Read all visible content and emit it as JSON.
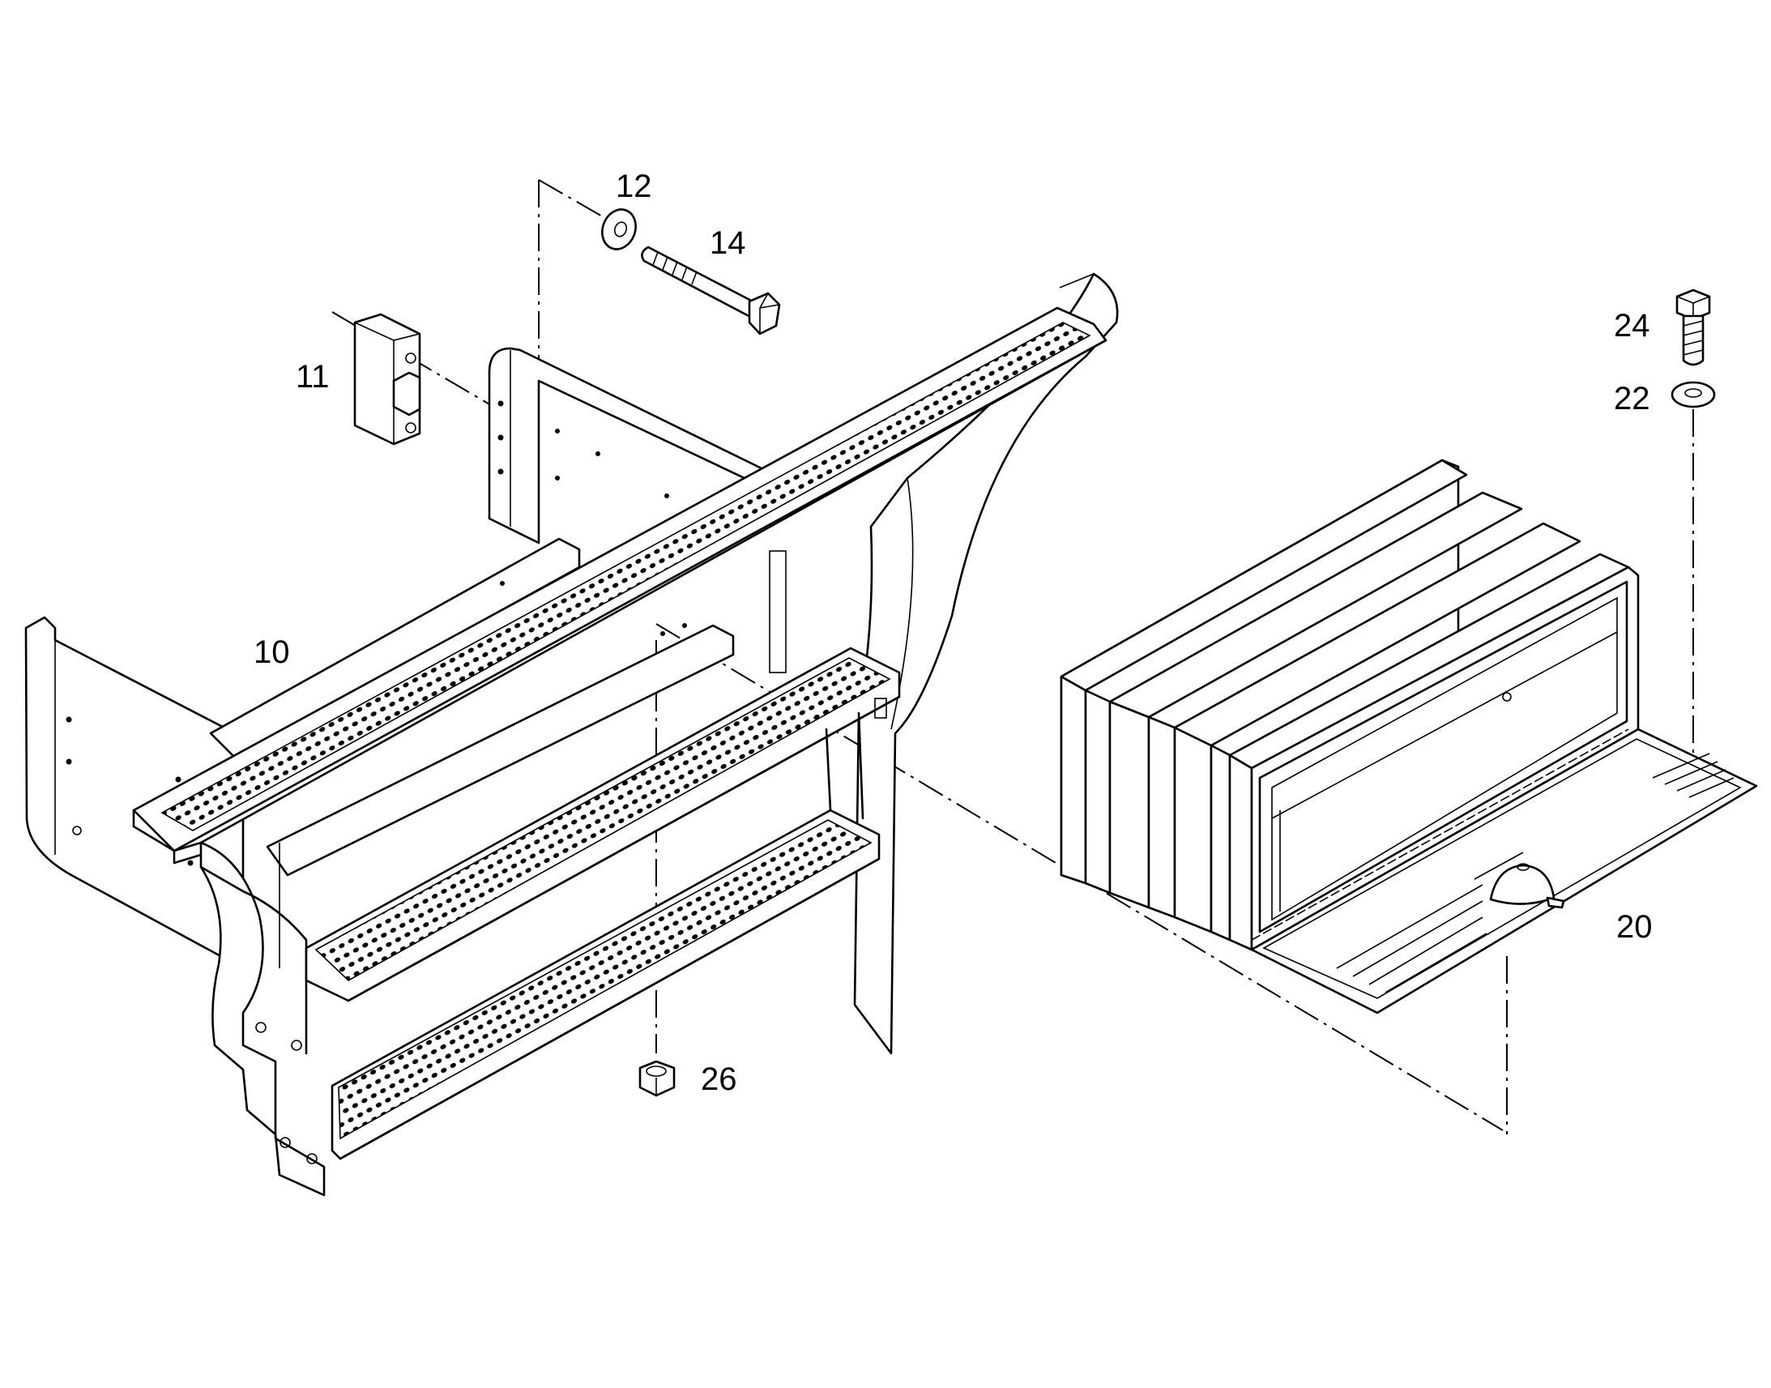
{
  "labels": {
    "part_10": "10",
    "part_11": "11",
    "part_12": "12",
    "part_14": "14",
    "part_20": "20",
    "part_22": "22",
    "part_24": "24",
    "part_26": "26"
  }
}
